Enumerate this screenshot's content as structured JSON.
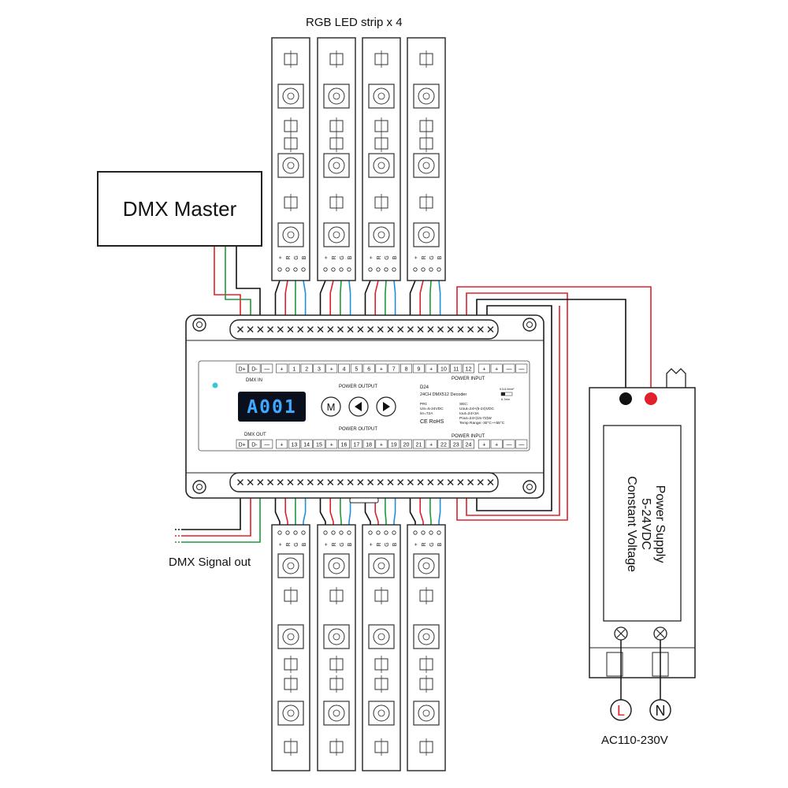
{
  "labels": {
    "top_strips": "RGB LED strip x 4",
    "dmx_master": "DMX Master",
    "dmx_signal_out": "DMX Signal out",
    "ac_input": "AC110-230V"
  },
  "psu": {
    "lines": [
      "Power Supply",
      "5-24VDC",
      "Constant Voltage"
    ],
    "terminal_l": "L",
    "terminal_n": "N"
  },
  "strip": {
    "pin_labels": [
      "+",
      "R",
      "G",
      "B"
    ]
  },
  "decoder": {
    "display": "A001",
    "mode_button": "M",
    "left_arrow": "◀",
    "right_arrow": "▶",
    "model": "D24",
    "model_desc": "24CH DMX512 Decoder",
    "dmx_in": "DMX IN",
    "dmx_out": "DMX OUT",
    "power_output": "POWER OUTPUT",
    "power_input": "POWER INPUT",
    "ce_mark": "CE RoHS",
    "pri_spec": [
      "PRI:",
      "Uin=5-24VDC",
      "Iin=72A"
    ],
    "sec_spec": [
      "SEC:",
      "Uout=24×(5-24)VDC",
      "Iout=24×3A",
      "Pout=24×(15-72)W",
      "Temp Range:-30°C~+55°C"
    ],
    "wire_note": [
      "5.5-6.0mm²",
      "6-7mm"
    ],
    "top_terminals": [
      "D+",
      "D-",
      "—",
      "+",
      "1",
      "2",
      "3",
      "+",
      "4",
      "5",
      "6",
      "+",
      "7",
      "8",
      "9",
      "+",
      "10",
      "11",
      "12",
      "+",
      "+",
      "—",
      "—"
    ],
    "bottom_terminals": [
      "D+",
      "D-",
      "—",
      "+",
      "13",
      "14",
      "15",
      "+",
      "16",
      "17",
      "18",
      "+",
      "19",
      "20",
      "21",
      "+",
      "22",
      "23",
      "24",
      "+",
      "+",
      "—",
      "—"
    ]
  },
  "colors": {
    "red_wire": "#e0202a",
    "green_wire": "#1a9a3c",
    "blue_wire": "#1f8fd8",
    "black_wire": "#111111",
    "outline": "#222222"
  }
}
